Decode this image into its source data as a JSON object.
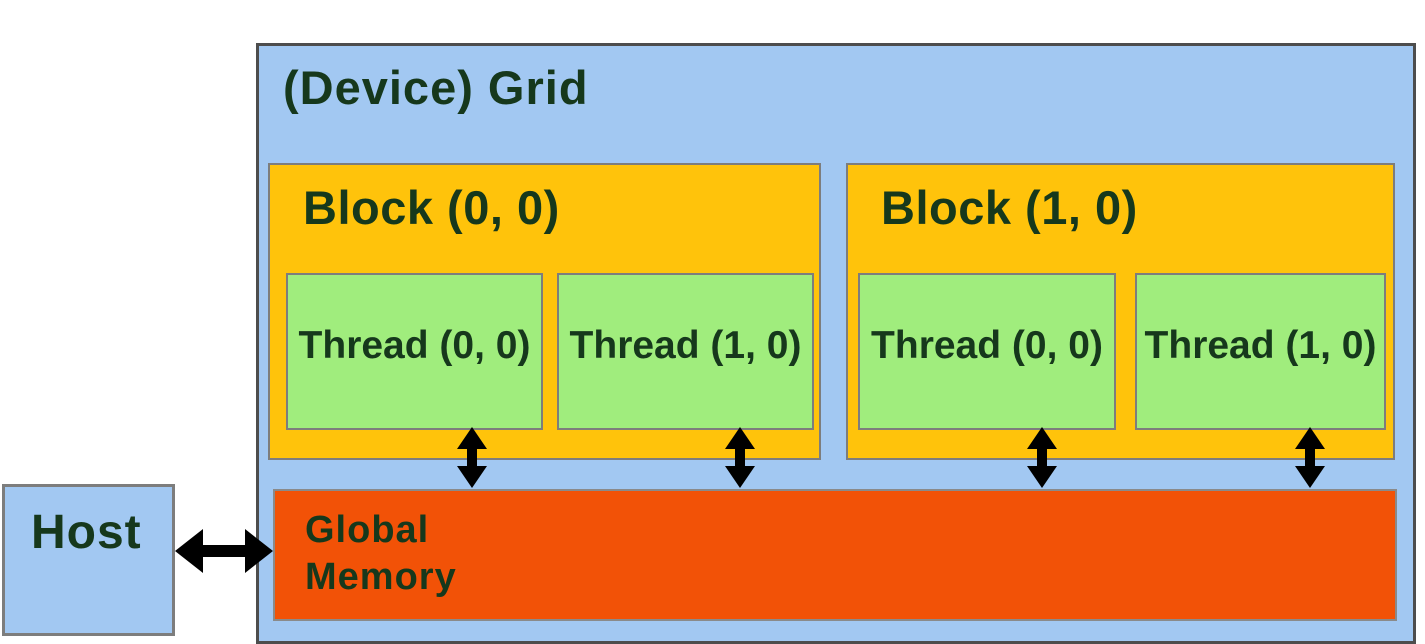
{
  "diagram": {
    "title": "(Device) Grid",
    "host": {
      "label": "Host"
    },
    "global_memory": {
      "label_line1": "Global",
      "label_line2": "Memory"
    },
    "blocks": [
      {
        "label": "Block (0, 0)",
        "threads": [
          {
            "label": "Thread (0, 0)"
          },
          {
            "label": "Thread (1, 0)"
          }
        ]
      },
      {
        "label": "Block (1, 0)",
        "threads": [
          {
            "label": "Thread (0, 0)"
          },
          {
            "label": "Thread (1, 0)"
          }
        ]
      }
    ],
    "icons": {
      "host_memory_arrow": "horizontal-bidirectional-arrow",
      "thread_memory_arrow": "vertical-bidirectional-arrow"
    },
    "colors": {
      "grid_fill": "#A2C8F2",
      "block_fill": "#FFC30B",
      "thread_fill": "#A0ED7D",
      "memory_fill": "#F25207",
      "text_color": "#16381C",
      "arrow_color": "#000000"
    }
  }
}
